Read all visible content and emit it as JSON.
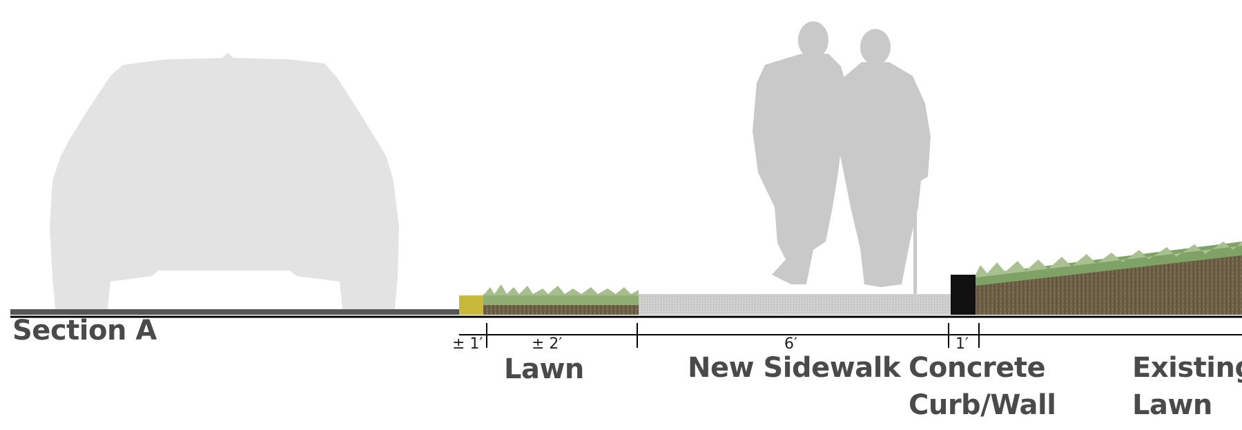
{
  "section_title": "Section A",
  "dimensions": {
    "road_edge": "± 1′",
    "lawn": "± 2′",
    "sidewalk": "6′",
    "curb": "1′"
  },
  "zones": {
    "lawn": "Lawn",
    "sidewalk": "New Sidewalk",
    "curb_line1": "Concrete",
    "curb_line2": "Curb/Wall",
    "existing_line1": "Existing",
    "existing_line2": "Lawn"
  },
  "colors": {
    "silhouette_car": "#e3e3e3",
    "silhouette_people": "#c9c9c9",
    "road": "#555555",
    "road_edge": "#c8b93a",
    "lawn_grass": "#8fae74",
    "soil": "#6b5a3e",
    "sidewalk": "#cfcfcf",
    "curb": "#111111",
    "existing_lawn": "#7fa266",
    "label_text": "#4a4a4a"
  }
}
